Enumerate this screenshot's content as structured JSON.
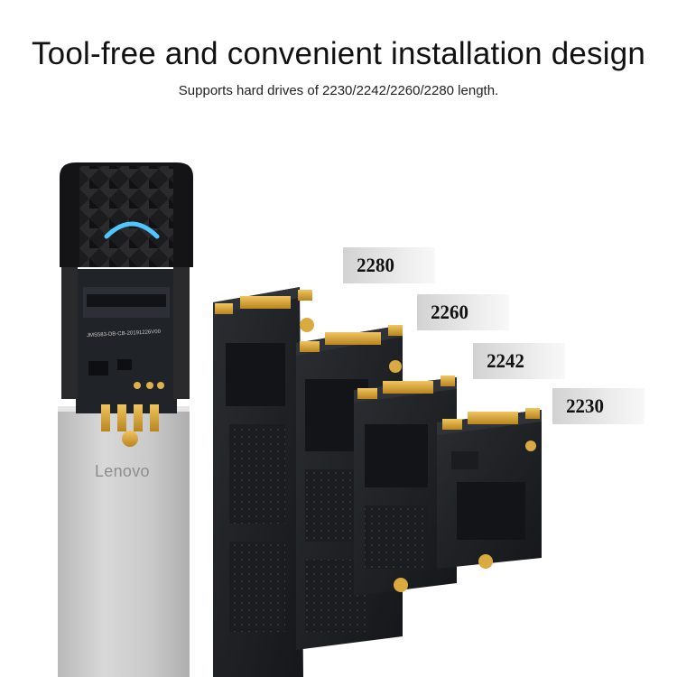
{
  "header": {
    "title": "Tool-free and convenient installation design",
    "subtitle": "Supports hard drives of 2230/2242/2260/2280 length."
  },
  "drive_sizes": [
    {
      "label": "2280"
    },
    {
      "label": "2260"
    },
    {
      "label": "2242"
    },
    {
      "label": "2230"
    }
  ],
  "enclosure": {
    "brand": "Lenovo",
    "board_label": "JMS583-DB-CB-20191226V00"
  },
  "colors": {
    "enclosure_silver": "#c9c9c9",
    "cap_black": "#1b1b1d",
    "pcb_black": "#202326",
    "gold_contact": "#d9a83a",
    "indicator_blue": "#4ec7ff"
  }
}
